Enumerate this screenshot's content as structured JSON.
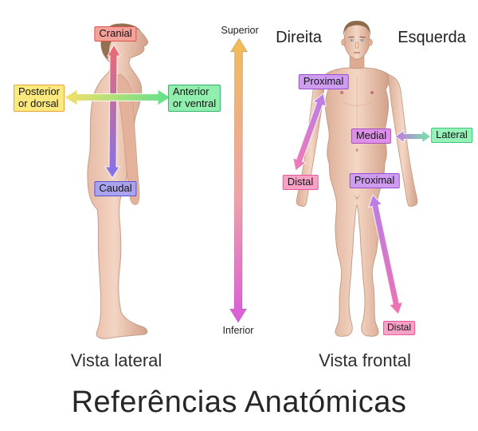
{
  "title": "Referências Anatómicas",
  "axis": {
    "superior": "Superior",
    "inferior": "Inferior"
  },
  "lateral_view": {
    "caption": "Vista lateral",
    "labels": {
      "cranial": "Cranial",
      "posterior": "Posterior\nor dorsal",
      "anterior": "Anterior\nor ventral",
      "caudal": "Caudal"
    }
  },
  "frontal_view": {
    "caption": "Vista frontal",
    "right_side": "Direita",
    "left_side": "Esquerda",
    "labels": {
      "proximal_arm": "Proximal",
      "distal_arm": "Distal",
      "medial": "Medial",
      "lateral": "Lateral",
      "proximal_leg": "Proximal",
      "distal_leg": "Distal"
    }
  },
  "colors": {
    "cranial_bg": "#f5a19a",
    "cranial_border": "#d9534f",
    "posterior_bg": "#fbe97e",
    "posterior_border": "#e8a33d",
    "anterior_bg": "#90efaf",
    "anterior_border": "#35b06a",
    "caudal_bg": "#aaa3ed",
    "caudal_border": "#5a50d2",
    "proximal_bg": "#cf9df0",
    "proximal_border": "#9a4fd0",
    "medial_bg": "#de8fe9",
    "medial_border": "#a84fc0",
    "lateral_bg": "#97f2ba",
    "lateral_border": "#3cc878",
    "distal_bg": "#f8a2c8",
    "distal_border": "#e55a9e",
    "arrow_superior_inferior_top": "#f2bb55",
    "arrow_superior_inferior_bottom": "#d95cda",
    "arrow_cranial_caudal_top": "#ed6a6f",
    "arrow_cranial_caudal_bottom": "#8273ea",
    "arrow_posterior_anterior_left": "#f6df69",
    "arrow_posterior_anterior_right": "#5fe18c",
    "arrow_proximal_distal_top": "#b77fe9",
    "arrow_proximal_distal_bottom": "#f07ab4",
    "arrow_medial_lateral_left": "#c478e2",
    "arrow_medial_lateral_right": "#72e6a4",
    "skin": "#f0cdba",
    "text": "#222222"
  }
}
